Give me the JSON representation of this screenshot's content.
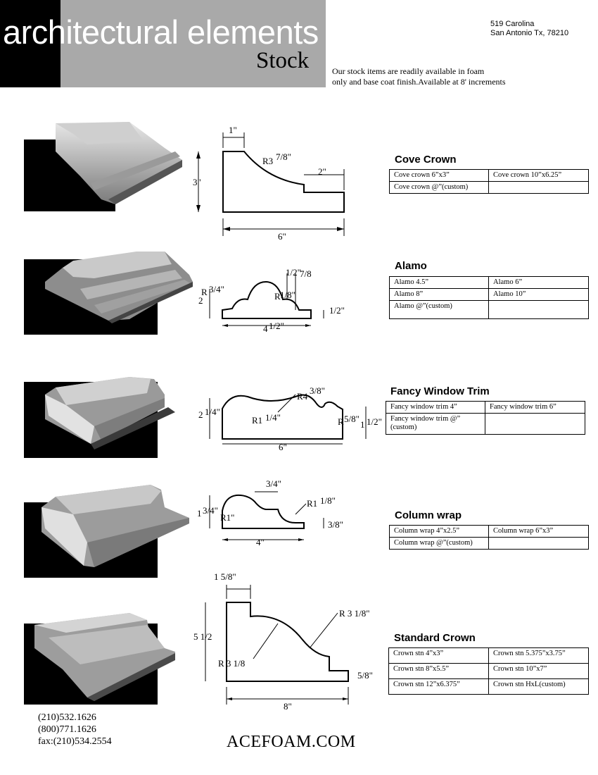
{
  "header": {
    "brand": "architectural elements",
    "subtitle": "Stock",
    "address_line1": "519 Carolina",
    "address_line2": "San Antonio Tx, 78210",
    "tagline_line1": "Our stock items are readily available in foam",
    "tagline_line2": "only and base coat finish.Available at 8' increments"
  },
  "products": [
    {
      "title": "Cove Crown",
      "rows": [
        [
          "Cove crown 6”x3”",
          "Cove crown 10”x6.25”"
        ],
        [
          "Cove crown @”(custom)",
          ""
        ]
      ],
      "dims": {
        "top": "1\"",
        "radius": "R3",
        "radius_frac": "7/8\"",
        "step": "2\"",
        "height": "3\"",
        "width": "6\""
      }
    },
    {
      "title": "Alamo",
      "rows": [
        [
          "Alamo 4.5”",
          "Alamo 6”"
        ],
        [
          "Alamo 8”",
          "Alamo 10”"
        ],
        [
          "Alamo @”(custom)",
          ""
        ]
      ],
      "dims": {
        "r_left": "R",
        "r_left_frac": "3/4\"",
        "height_whole": "2",
        "top_a": "1/2\"",
        "top_b": "7/8",
        "r_small": "R",
        "r_small_frac": "1/8\"",
        "base": "1/2\"",
        "width_whole": "4",
        "width_frac": "1/2\""
      }
    },
    {
      "title": "Fancy Window Trim",
      "rows": [
        [
          "Fancy window trim 4”",
          "Fancy window trim 6”"
        ],
        [
          "Fancy window trim @” (custom)",
          ""
        ]
      ],
      "dims": {
        "r_top": "R4",
        "r_top_frac": "3/8\"",
        "r_left": "R1",
        "r_left_frac": "1/4\"",
        "r_right": "R",
        "r_right_frac": "5/8\"",
        "height_left_whole": "2",
        "height_left_frac": "1/4\"",
        "height_right_whole": "1",
        "height_right_frac": "1/2\"",
        "width": "6\""
      }
    },
    {
      "title": "Column wrap",
      "rows": [
        [
          "Column wrap 4”x2.5”",
          "Column wrap 6”x3”"
        ],
        [
          "Column wrap @”(custom)",
          ""
        ]
      ],
      "dims": {
        "top": "3/4\"",
        "r_right": "R1",
        "r_right_frac": "1/8\"",
        "height_whole": "1",
        "height_frac": "3/4\"",
        "r_left": "R1\"",
        "base": "3/8\"",
        "width": "4\""
      }
    },
    {
      "title": "Standard Crown",
      "rows": [
        [
          "Crown stn 4”x3”",
          "Crown stn 5.375”x3.75”"
        ],
        [
          "Crown stn 8”x5.5”",
          "Crown stn 10”x7”"
        ],
        [
          "Crown stn 12”x6.375”",
          "Crown stn  HxL(custom)"
        ]
      ],
      "dims": {
        "top": "1 5/8\"",
        "r_upper": "R 3 1/8\"",
        "r_lower": "R 3 1/8",
        "height": "5 1/2",
        "base": "5/8\"",
        "width": "8\""
      }
    }
  ],
  "contact": {
    "phone1": "(210)532.1626",
    "phone2": "(800)771.1626",
    "fax": "fax:(210)534.2554",
    "website": "ACEFOAM.COM"
  }
}
